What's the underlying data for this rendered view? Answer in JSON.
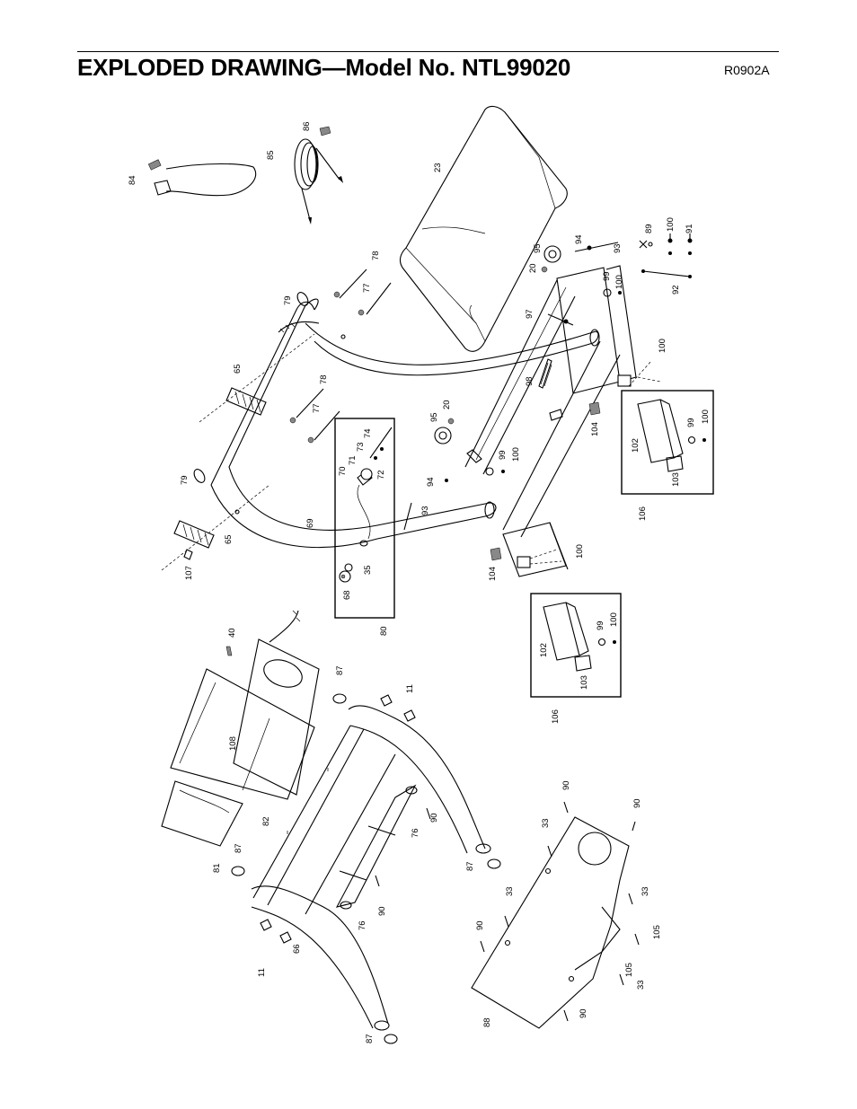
{
  "header": {
    "title": "EXPLODED DRAWING—Model No. NTL99020",
    "code": "R0902A"
  },
  "labels": {
    "p84": "84",
    "p85": "85",
    "p86": "86",
    "p23": "23",
    "p89": "89",
    "p100a": "100",
    "p91": "91",
    "p92": "92",
    "p94a": "94",
    "p93a": "93",
    "p95a": "95",
    "p20a": "20",
    "p99a": "99",
    "p100b": "100",
    "p97": "97",
    "p100c": "100",
    "p98": "98",
    "p78a": "78",
    "p77a": "77",
    "p79a": "79",
    "p65a": "65",
    "p78b": "78",
    "p77b": "77",
    "p79b": "79",
    "p65b": "65",
    "p107": "107",
    "p69": "69",
    "p70": "70",
    "p71": "71",
    "p72": "72",
    "p73": "73",
    "p74": "74",
    "p35": "35",
    "p68": "68",
    "p80": "80",
    "p95b": "95",
    "p20b": "20",
    "p99b": "99",
    "p100d": "100",
    "p94b": "94",
    "p93b": "93",
    "p104a": "104",
    "p102a": "102",
    "p99c": "99",
    "p100e": "100",
    "p103a": "103",
    "p106a": "106",
    "p104b": "104",
    "p100f": "100",
    "p102b": "102",
    "p99d": "99",
    "p100g": "100",
    "p103b": "103",
    "p106b": "106",
    "p40": "40",
    "p87a": "87",
    "p11a": "11",
    "p108": "108",
    "p82": "82",
    "p81": "81",
    "p87b": "87",
    "p90a": "90",
    "p76a": "76",
    "p87c": "87",
    "p76b": "76",
    "p90b": "90",
    "p66": "66",
    "p11b": "11",
    "p87d": "87",
    "p90c": "90",
    "p90d": "90",
    "p33a": "33",
    "p33b": "33",
    "p33c": "33",
    "p90e": "90",
    "p105a": "105",
    "p105b": "105",
    "p33d": "33",
    "p88": "88",
    "p90f": "90"
  }
}
